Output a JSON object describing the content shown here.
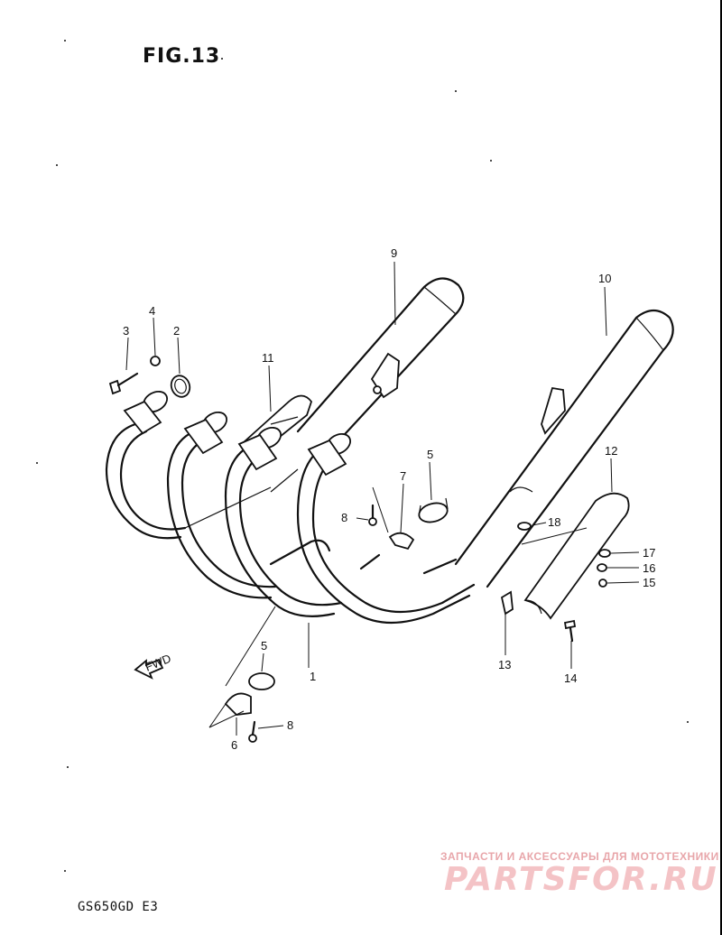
{
  "figure": {
    "title": "FIG.13",
    "model": "GS650GD E3"
  },
  "labels": [
    {
      "id": "1",
      "text": "1"
    },
    {
      "id": "2",
      "text": "2"
    },
    {
      "id": "3",
      "text": "3"
    },
    {
      "id": "4",
      "text": "4"
    },
    {
      "id": "5a",
      "text": "5"
    },
    {
      "id": "5b",
      "text": "5"
    },
    {
      "id": "6",
      "text": "6"
    },
    {
      "id": "7",
      "text": "7"
    },
    {
      "id": "8a",
      "text": "8"
    },
    {
      "id": "8b",
      "text": "8"
    },
    {
      "id": "9",
      "text": "9"
    },
    {
      "id": "10",
      "text": "10"
    },
    {
      "id": "11",
      "text": "11"
    },
    {
      "id": "12",
      "text": "12"
    },
    {
      "id": "13",
      "text": "13"
    },
    {
      "id": "14",
      "text": "14"
    },
    {
      "id": "15",
      "text": "15"
    },
    {
      "id": "16",
      "text": "16"
    },
    {
      "id": "17",
      "text": "17"
    },
    {
      "id": "18",
      "text": "18"
    }
  ],
  "fwd_label": "FWD",
  "watermark": {
    "subtitle": "ЗАПЧАСТИ И АКСЕССУАРЫ ДЛЯ МОТОТЕХНИКИ",
    "logo": "PARTSFOR.RU"
  }
}
